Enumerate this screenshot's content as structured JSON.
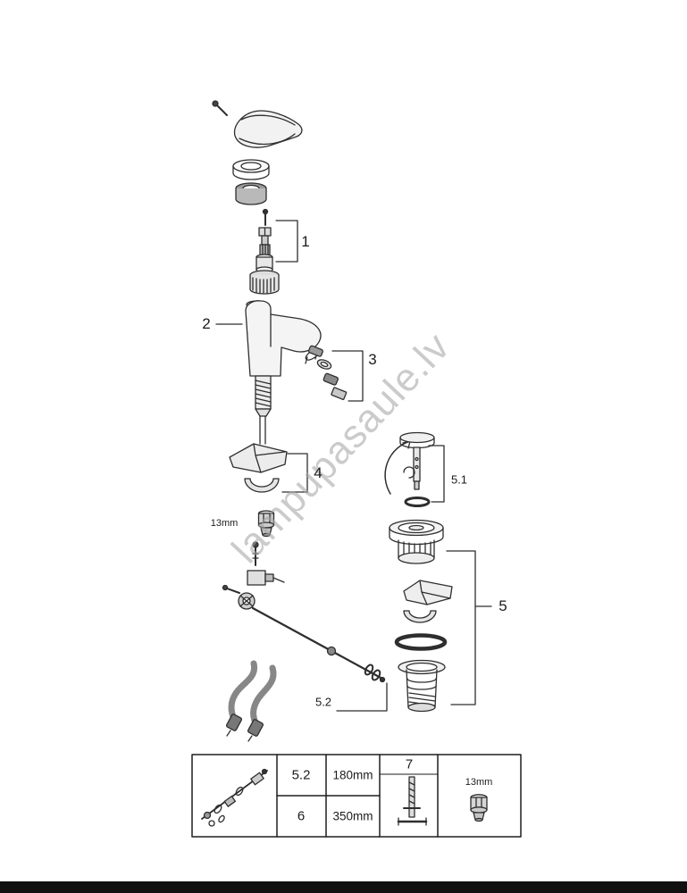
{
  "watermark": "lampupasaule.lv",
  "callouts": {
    "part1": "1",
    "part2": "2",
    "part3": "3",
    "part4": "4",
    "part5": "5",
    "part5_1": "5.1",
    "part5_2": "5.2",
    "wrench_size": "13mm"
  },
  "table": {
    "rows": [
      {
        "part": "5.2",
        "length": "180mm"
      },
      {
        "part": "6",
        "length": "350mm"
      }
    ],
    "tool_part": "7",
    "tool_size": "13mm"
  }
}
